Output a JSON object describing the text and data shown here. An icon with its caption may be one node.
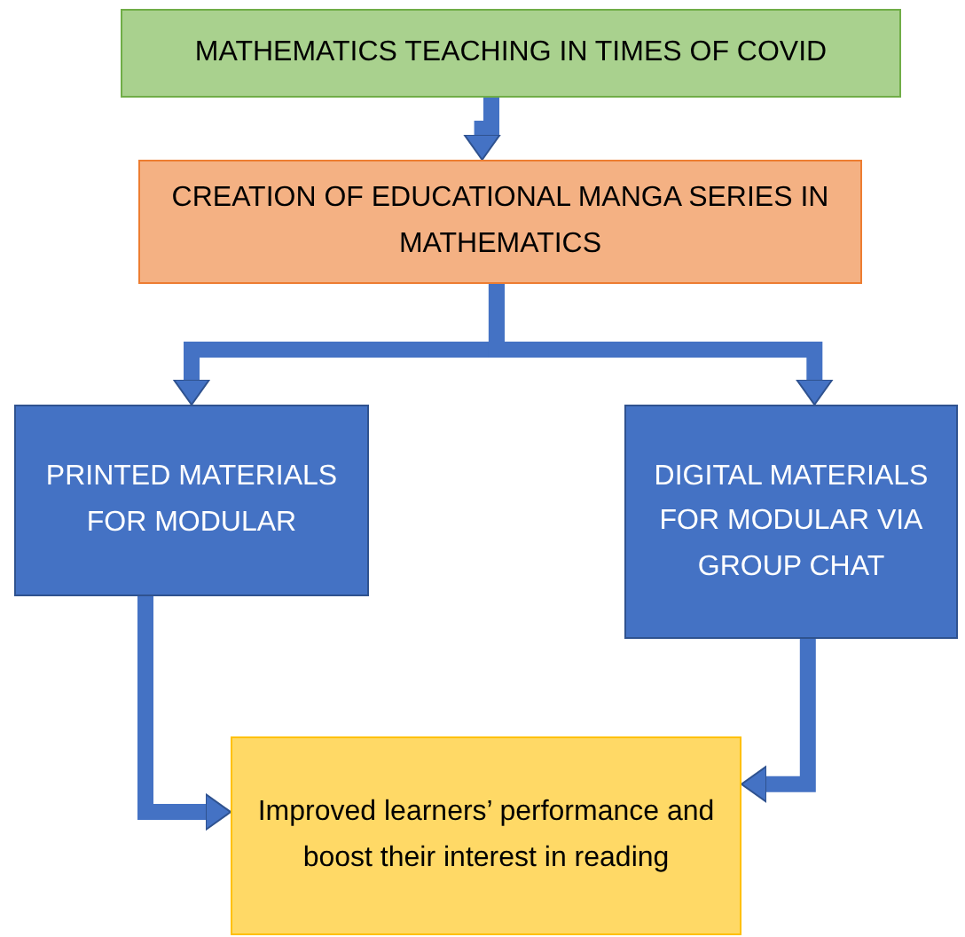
{
  "diagram": {
    "nodes": [
      {
        "text": [
          "MATHEMATICS TEACHING IN TIMES OF COVID"
        ]
      },
      {
        "text": [
          "CREATION OF EDUCATIONAL MANGA SERIES IN MATHEMATICS"
        ]
      },
      {
        "text": [
          "PRINTED MATERIALS FOR MODULAR"
        ]
      },
      {
        "text": [
          "DIGITAL MATERIALS FOR MODULAR VIA GROUP CHAT"
        ]
      },
      {
        "text": [
          "Improved learners’ performance and boost their interest in reading"
        ]
      }
    ],
    "edges": [
      {
        "from": 0,
        "to": 1,
        "arrow": "to"
      },
      {
        "from": 1,
        "to": 2,
        "arrow": "to"
      },
      {
        "from": 1,
        "to": 3,
        "arrow": "to"
      },
      {
        "from": 2,
        "to": 4,
        "arrow": "to"
      },
      {
        "from": 3,
        "to": 4,
        "arrow": "to"
      }
    ]
  }
}
